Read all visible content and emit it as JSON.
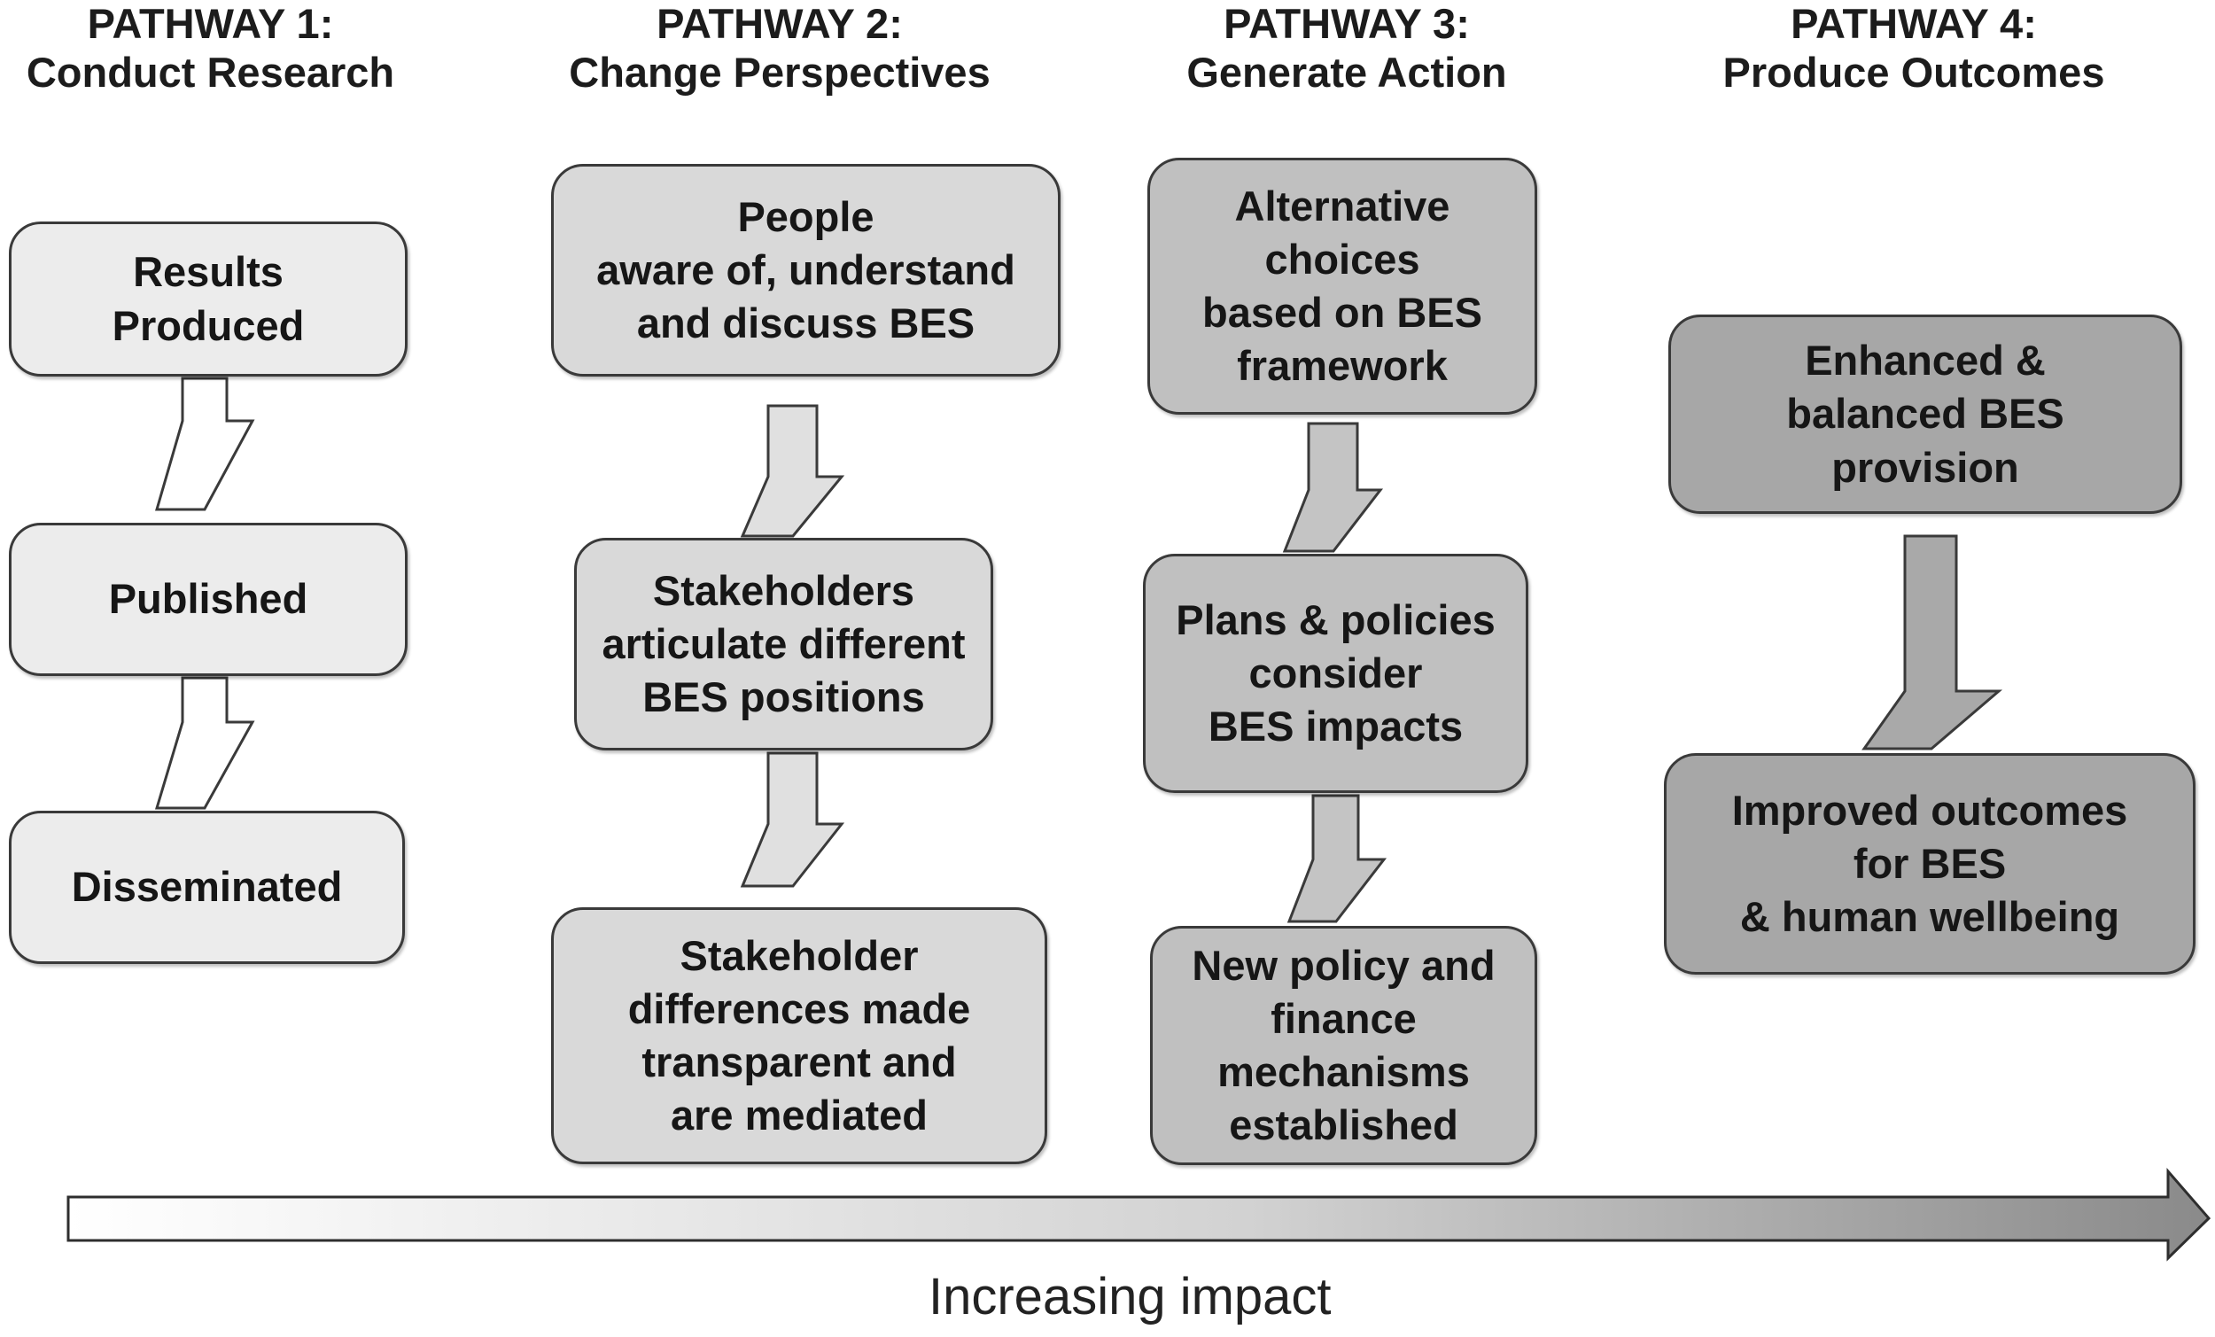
{
  "pathways": [
    {
      "title": "PATHWAY 1:",
      "subtitle": "Conduct Research",
      "fill": "#ececec",
      "steps": [
        "Results\nProduced",
        "Published",
        "Disseminated"
      ]
    },
    {
      "title": "PATHWAY 2:",
      "subtitle": "Change Perspectives",
      "fill": "#d9d9d9",
      "steps": [
        "People\naware of, understand\nand discuss BES",
        "Stakeholders\narticulate different\nBES positions",
        "Stakeholder\ndifferences made\ntransparent and\nare mediated"
      ]
    },
    {
      "title": "PATHWAY 3:",
      "subtitle": "Generate Action",
      "fill": "#c0c0c0",
      "steps": [
        "Alternative\nchoices\nbased on BES\nframework",
        "Plans & policies\nconsider\nBES impacts",
        "New policy and\nfinance\nmechanisms\nestablished"
      ]
    },
    {
      "title": "PATHWAY 4:",
      "subtitle": "Produce Outcomes",
      "fill": "#a7a7a7",
      "steps": [
        "Enhanced &\nbalanced BES\nprovision",
        "Improved outcomes\nfor BES\n& human wellbeing"
      ]
    }
  ],
  "impact_label": "Increasing impact",
  "colors": {
    "border": "#3a3a3a",
    "impact_arrow_start": "#ffffff",
    "impact_arrow_end": "#8a8a8a"
  }
}
